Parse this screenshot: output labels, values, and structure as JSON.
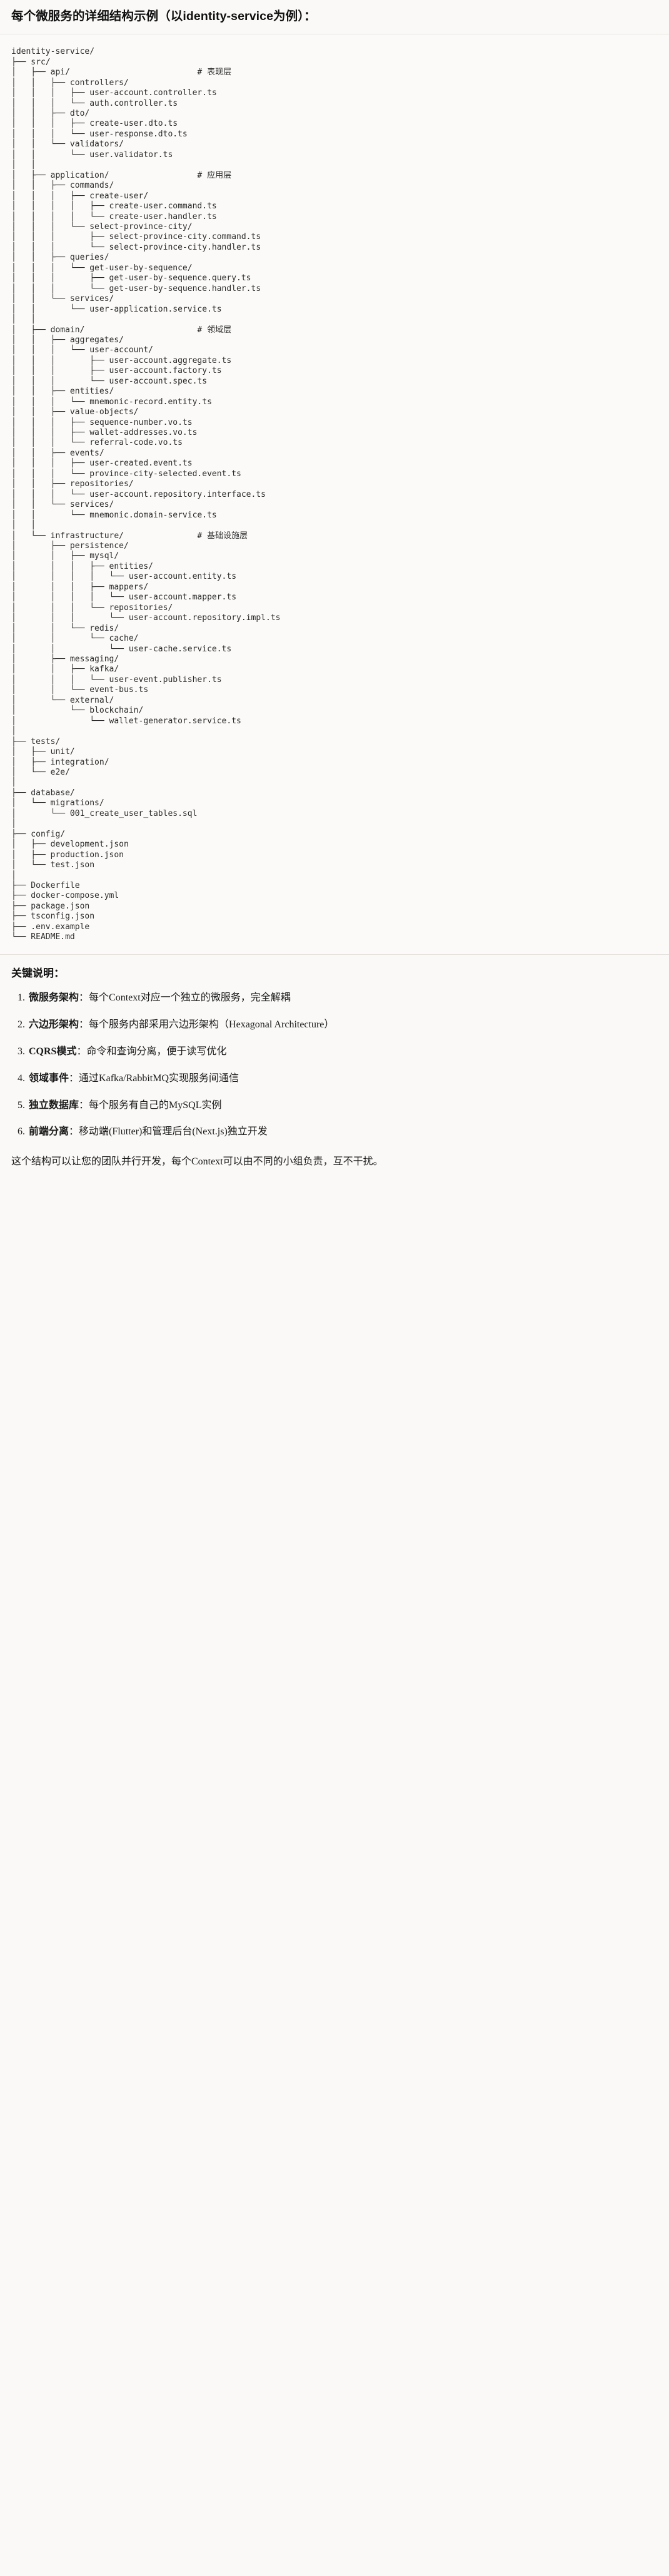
{
  "heading": "每个微服务的详细结构示例（以identity-service为例）：",
  "tree": {
    "root_label": "identity-service/",
    "comments": {
      "api": "# 表现层",
      "application": "# 应用层",
      "domain": "# 领域层",
      "infrastructure": "# 基础设施层"
    },
    "text": "identity-service/\n├── src/\n│   ├── api/                          # 表现层\n│   │   ├── controllers/\n│   │   │   ├── user-account.controller.ts\n│   │   │   └── auth.controller.ts\n│   │   ├── dto/\n│   │   │   ├── create-user.dto.ts\n│   │   │   └── user-response.dto.ts\n│   │   └── validators/\n│   │       └── user.validator.ts\n│   │\n│   ├── application/                  # 应用层\n│   │   ├── commands/\n│   │   │   ├── create-user/\n│   │   │   │   ├── create-user.command.ts\n│   │   │   │   └── create-user.handler.ts\n│   │   │   └── select-province-city/\n│   │   │       ├── select-province-city.command.ts\n│   │   │       └── select-province-city.handler.ts\n│   │   ├── queries/\n│   │   │   └── get-user-by-sequence/\n│   │   │       ├── get-user-by-sequence.query.ts\n│   │   │       └── get-user-by-sequence.handler.ts\n│   │   └── services/\n│   │       └── user-application.service.ts\n│   │\n│   ├── domain/                       # 领域层\n│   │   ├── aggregates/\n│   │   │   └── user-account/\n│   │   │       ├── user-account.aggregate.ts\n│   │   │       ├── user-account.factory.ts\n│   │   │       └── user-account.spec.ts\n│   │   ├── entities/\n│   │   │   └── mnemonic-record.entity.ts\n│   │   ├── value-objects/\n│   │   │   ├── sequence-number.vo.ts\n│   │   │   ├── wallet-addresses.vo.ts\n│   │   │   └── referral-code.vo.ts\n│   │   ├── events/\n│   │   │   ├── user-created.event.ts\n│   │   │   └── province-city-selected.event.ts\n│   │   ├── repositories/\n│   │   │   └── user-account.repository.interface.ts\n│   │   └── services/\n│   │       └── mnemonic.domain-service.ts\n│   │\n│   └── infrastructure/               # 基础设施层\n│       ├── persistence/\n│       │   ├── mysql/\n│       │   │   ├── entities/\n│       │   │   │   └── user-account.entity.ts\n│       │   │   ├── mappers/\n│       │   │   │   └── user-account.mapper.ts\n│       │   │   └── repositories/\n│       │   │       └── user-account.repository.impl.ts\n│       │   └── redis/\n│       │       └── cache/\n│       │           └── user-cache.service.ts\n│       ├── messaging/\n│       │   ├── kafka/\n│       │   │   └── user-event.publisher.ts\n│       │   └── event-bus.ts\n│       └── external/\n│           └── blockchain/\n│               └── wallet-generator.service.ts\n│\n├── tests/\n│   ├── unit/\n│   ├── integration/\n│   └── e2e/\n│\n├── database/\n│   └── migrations/\n│       └── 001_create_user_tables.sql\n│\n├── config/\n│   ├── development.json\n│   ├── production.json\n│   └── test.json\n│\n├── Dockerfile\n├── docker-compose.yml\n├── package.json\n├── tsconfig.json\n├── .env.example\n└── README.md"
  },
  "notes": {
    "title": "关键说明：",
    "separator": "：",
    "items": [
      {
        "term": "微服务架构",
        "desc": "每个Context对应一个独立的微服务，完全解耦"
      },
      {
        "term": "六边形架构",
        "desc": "每个服务内部采用六边形架构（Hexagonal Architecture）"
      },
      {
        "term": "CQRS模式",
        "desc": "命令和查询分离，便于读写优化"
      },
      {
        "term": "领域事件",
        "desc": "通过Kafka/RabbitMQ实现服务间通信"
      },
      {
        "term": "独立数据库",
        "desc": "每个服务有自己的MySQL实例"
      },
      {
        "term": "前端分离",
        "desc": "移动端(Flutter)和管理后台(Next.js)独立开发"
      }
    ],
    "closing": "这个结构可以让您的团队并行开发，每个Context可以由不同的小组负责，互不干扰。"
  },
  "colors": {
    "page_background": "#faf9f7",
    "code_background": "#fbfaf8",
    "text": "#1a1a1a",
    "code_text": "#2b2b2b",
    "divider": "#e6e3de"
  }
}
